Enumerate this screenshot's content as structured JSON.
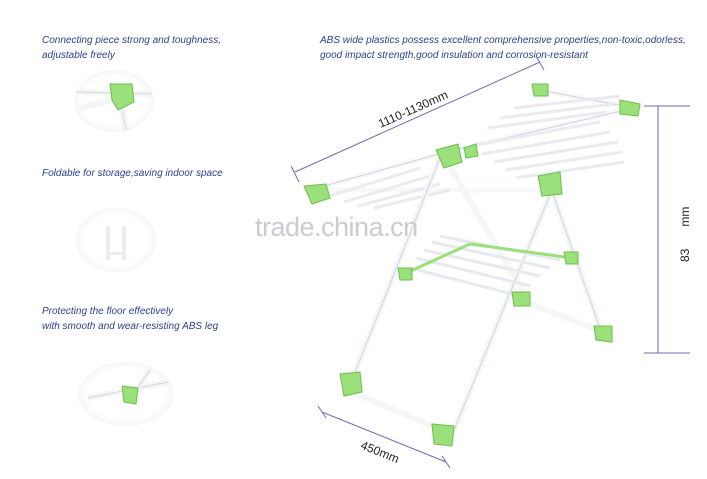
{
  "features": [
    {
      "lines": [
        "Connecting piece strong and toughness,",
        " adjustable freely"
      ]
    },
    {
      "lines": [
        "Foldable for storage,saving indoor space"
      ]
    },
    {
      "lines": [
        "Protecting the floor effectively",
        "with smooth and wear-resisting ABS leg"
      ]
    }
  ],
  "material_note": {
    "lines": [
      "ABS wide plastics possess excellent comprehensive properties,non-toxic,odorless,",
      "good impact strength,good insulation and corrosion-resistant"
    ]
  },
  "dimensions": {
    "length": "1110-1130mm",
    "height": "83",
    "height_suffix": "mm",
    "width": "450mm"
  },
  "watermark": "trade.china.cn",
  "colors": {
    "accent_green": "#9be07a",
    "caption_blue": "#2b3f8f",
    "frame_white": "#f7f8fa"
  }
}
